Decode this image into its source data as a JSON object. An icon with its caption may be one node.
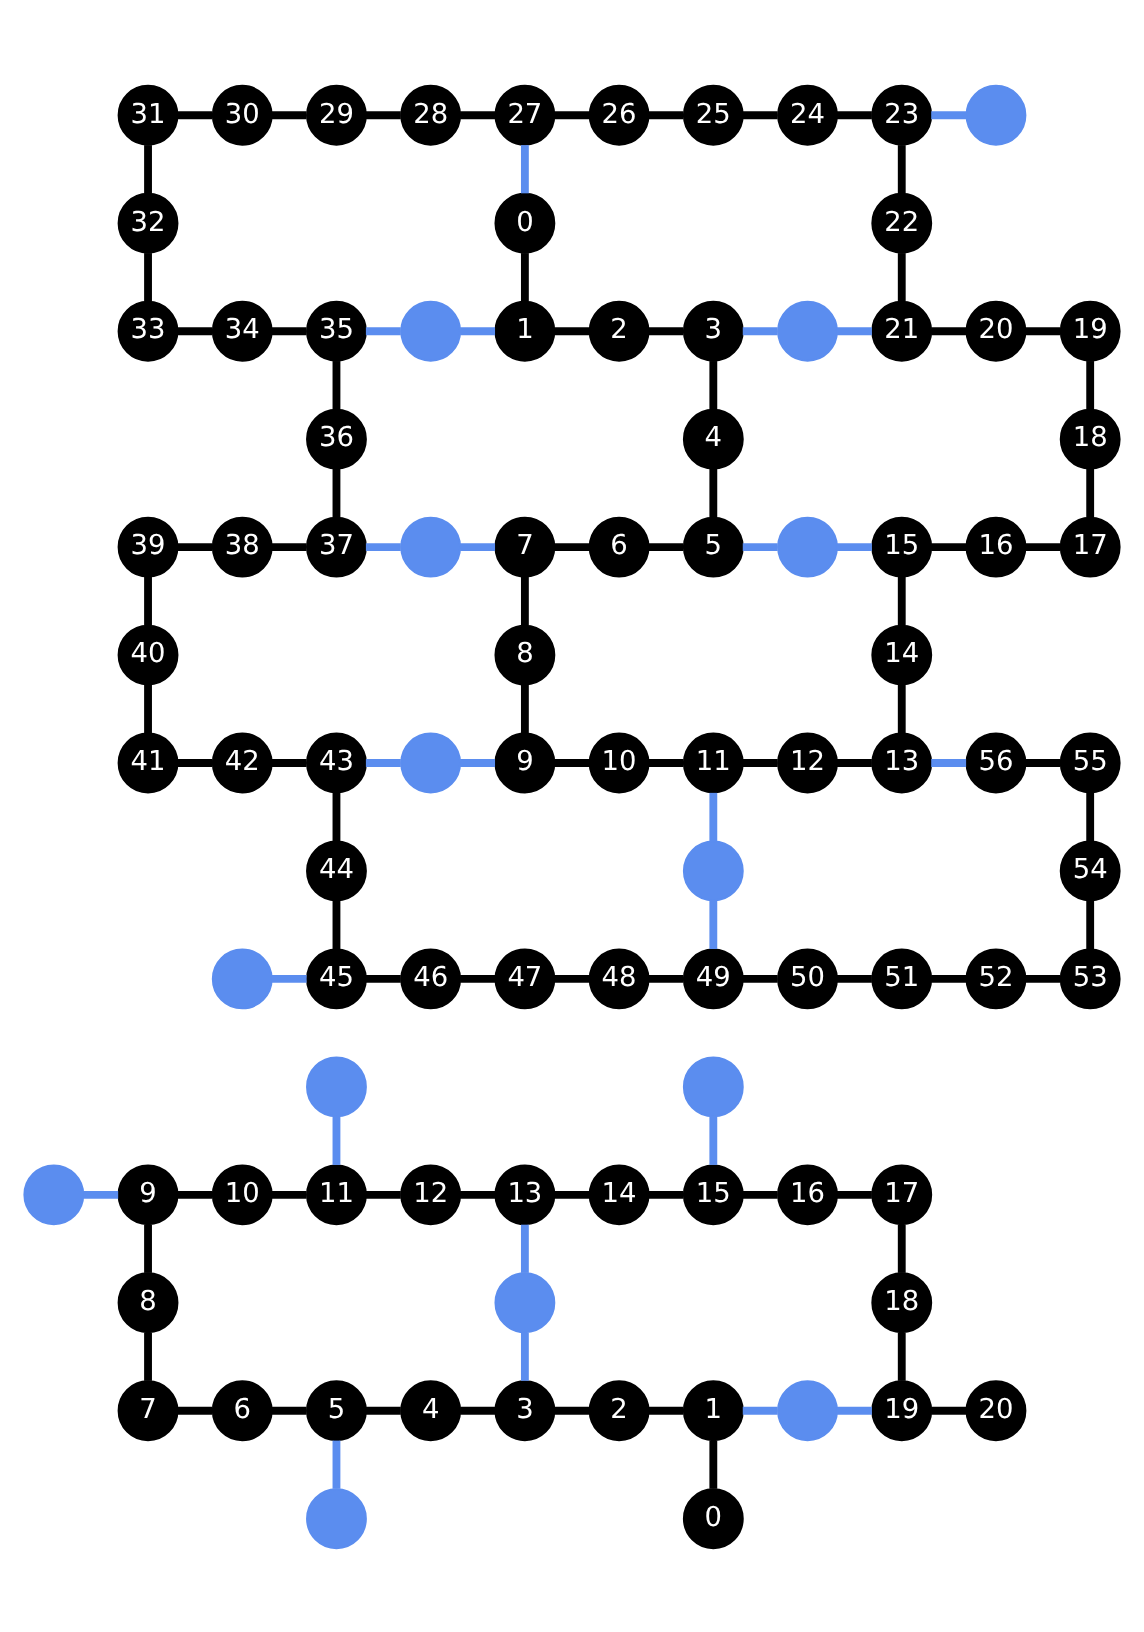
{
  "diagram": {
    "nodes": [
      {
        "text": [
          "31"
        ]
      },
      {
        "text": [
          "30"
        ]
      },
      {
        "text": [
          "29"
        ]
      },
      {
        "text": [
          "28"
        ]
      },
      {
        "text": [
          "27"
        ]
      },
      {
        "text": [
          "26"
        ]
      },
      {
        "text": [
          "25"
        ]
      },
      {
        "text": [
          "24"
        ]
      },
      {
        "text": [
          "23"
        ]
      },
      {
        "text": [],
        "shape": "circle"
      },
      {
        "text": [
          "32"
        ]
      },
      {
        "text": [
          "0"
        ]
      },
      {
        "text": [
          "22"
        ]
      },
      {
        "text": [
          "33"
        ]
      },
      {
        "text": [
          "34"
        ]
      },
      {
        "text": [
          "35"
        ]
      },
      {
        "text": [],
        "shape": "circle"
      },
      {
        "text": [
          "1"
        ]
      },
      {
        "text": [
          "2"
        ]
      },
      {
        "text": [
          "3"
        ]
      },
      {
        "text": [],
        "shape": "circle"
      },
      {
        "text": [
          "21"
        ]
      },
      {
        "text": [
          "20"
        ]
      },
      {
        "text": [
          "19"
        ]
      },
      {
        "text": [
          "36"
        ]
      },
      {
        "text": [
          "4"
        ]
      },
      {
        "text": [
          "18"
        ]
      },
      {
        "text": [
          "39"
        ]
      },
      {
        "text": [
          "38"
        ]
      },
      {
        "text": [
          "37"
        ]
      },
      {
        "text": [],
        "shape": "circle"
      },
      {
        "text": [
          "7"
        ]
      },
      {
        "text": [
          "6"
        ]
      },
      {
        "text": [
          "5"
        ]
      },
      {
        "text": [],
        "shape": "circle"
      },
      {
        "text": [
          "15"
        ]
      },
      {
        "text": [
          "16"
        ]
      },
      {
        "text": [
          "17"
        ]
      },
      {
        "text": [
          "40"
        ]
      },
      {
        "text": [
          "8"
        ]
      },
      {
        "text": [
          "14"
        ]
      },
      {
        "text": [
          "41"
        ]
      },
      {
        "text": [
          "42"
        ]
      },
      {
        "text": [
          "43"
        ]
      },
      {
        "text": [],
        "shape": "circle"
      },
      {
        "text": [
          "9"
        ]
      },
      {
        "text": [
          "10"
        ]
      },
      {
        "text": [
          "11"
        ]
      },
      {
        "text": [
          "12"
        ]
      },
      {
        "text": [
          "13"
        ]
      },
      {
        "text": [
          "56"
        ]
      },
      {
        "text": [
          "55"
        ]
      },
      {
        "text": [
          "44"
        ]
      },
      {
        "text": [],
        "shape": "circle"
      },
      {
        "text": [
          "54"
        ]
      },
      {
        "text": [],
        "shape": "circle"
      },
      {
        "text": [
          "45"
        ]
      },
      {
        "text": [
          "46"
        ]
      },
      {
        "text": [
          "47"
        ]
      },
      {
        "text": [
          "48"
        ]
      },
      {
        "text": [
          "49"
        ]
      },
      {
        "text": [
          "50"
        ]
      },
      {
        "text": [
          "51"
        ]
      },
      {
        "text": [
          "52"
        ]
      },
      {
        "text": [
          "53"
        ]
      },
      {
        "text": [],
        "shape": "circle"
      },
      {
        "text": [],
        "shape": "circle"
      },
      {
        "text": [],
        "shape": "circle"
      },
      {
        "text": [
          "9"
        ]
      },
      {
        "text": [
          "10"
        ]
      },
      {
        "text": [
          "11"
        ]
      },
      {
        "text": [
          "12"
        ]
      },
      {
        "text": [
          "13"
        ]
      },
      {
        "text": [
          "14"
        ]
      },
      {
        "text": [
          "15"
        ]
      },
      {
        "text": [
          "16"
        ]
      },
      {
        "text": [
          "17"
        ]
      },
      {
        "text": [
          "8"
        ]
      },
      {
        "text": [],
        "shape": "circle"
      },
      {
        "text": [
          "18"
        ]
      },
      {
        "text": [
          "7"
        ]
      },
      {
        "text": [
          "6"
        ]
      },
      {
        "text": [
          "5"
        ]
      },
      {
        "text": [
          "4"
        ]
      },
      {
        "text": [
          "3"
        ]
      },
      {
        "text": [
          "2"
        ]
      },
      {
        "text": [
          "1"
        ]
      },
      {
        "text": [],
        "shape": "circle"
      },
      {
        "text": [
          "19"
        ]
      },
      {
        "text": [
          "20"
        ]
      },
      {
        "text": [],
        "shape": "circle"
      },
      {
        "text": [
          "0"
        ]
      }
    ],
    "edges": [
      {
        "from": 0,
        "to": 1,
        "arrow": "none"
      },
      {
        "from": 1,
        "to": 2,
        "arrow": "none"
      },
      {
        "from": 2,
        "to": 3,
        "arrow": "none"
      },
      {
        "from": 3,
        "to": 4,
        "arrow": "none"
      },
      {
        "from": 4,
        "to": 5,
        "arrow": "none"
      },
      {
        "from": 5,
        "to": 6,
        "arrow": "none"
      },
      {
        "from": 6,
        "to": 7,
        "arrow": "none"
      },
      {
        "from": 7,
        "to": 8,
        "arrow": "none"
      },
      {
        "from": 8,
        "to": 9,
        "arrow": "none",
        "color": "#5b8def"
      },
      {
        "from": 0,
        "to": 10,
        "arrow": "none"
      },
      {
        "from": 10,
        "to": 13,
        "arrow": "none"
      },
      {
        "from": 4,
        "to": 11,
        "arrow": "none",
        "color": "#5b8def"
      },
      {
        "from": 11,
        "to": 17,
        "arrow": "none"
      },
      {
        "from": 8,
        "to": 12,
        "arrow": "none"
      },
      {
        "from": 12,
        "to": 21,
        "arrow": "none"
      },
      {
        "from": 13,
        "to": 14,
        "arrow": "none"
      },
      {
        "from": 14,
        "to": 15,
        "arrow": "none"
      },
      {
        "from": 15,
        "to": 16,
        "arrow": "none",
        "color": "#5b8def"
      },
      {
        "from": 16,
        "to": 17,
        "arrow": "none",
        "color": "#5b8def"
      },
      {
        "from": 17,
        "to": 18,
        "arrow": "none"
      },
      {
        "from": 18,
        "to": 19,
        "arrow": "none"
      },
      {
        "from": 19,
        "to": 20,
        "arrow": "none",
        "color": "#5b8def"
      },
      {
        "from": 20,
        "to": 21,
        "arrow": "none",
        "color": "#5b8def"
      },
      {
        "from": 21,
        "to": 22,
        "arrow": "none"
      },
      {
        "from": 22,
        "to": 23,
        "arrow": "none"
      },
      {
        "from": 15,
        "to": 24,
        "arrow": "none"
      },
      {
        "from": 24,
        "to": 29,
        "arrow": "none"
      },
      {
        "from": 19,
        "to": 25,
        "arrow": "none"
      },
      {
        "from": 25,
        "to": 33,
        "arrow": "none"
      },
      {
        "from": 23,
        "to": 26,
        "arrow": "none"
      },
      {
        "from": 26,
        "to": 37,
        "arrow": "none"
      },
      {
        "from": 27,
        "to": 28,
        "arrow": "none"
      },
      {
        "from": 28,
        "to": 29,
        "arrow": "none"
      },
      {
        "from": 29,
        "to": 30,
        "arrow": "none",
        "color": "#5b8def"
      },
      {
        "from": 30,
        "to": 31,
        "arrow": "none",
        "color": "#5b8def"
      },
      {
        "from": 31,
        "to": 32,
        "arrow": "none"
      },
      {
        "from": 32,
        "to": 33,
        "arrow": "none"
      },
      {
        "from": 33,
        "to": 34,
        "arrow": "none",
        "color": "#5b8def"
      },
      {
        "from": 34,
        "to": 35,
        "arrow": "none",
        "color": "#5b8def"
      },
      {
        "from": 35,
        "to": 36,
        "arrow": "none"
      },
      {
        "from": 36,
        "to": 37,
        "arrow": "none"
      },
      {
        "from": 27,
        "to": 38,
        "arrow": "none"
      },
      {
        "from": 38,
        "to": 41,
        "arrow": "none"
      },
      {
        "from": 31,
        "to": 39,
        "arrow": "none"
      },
      {
        "from": 39,
        "to": 45,
        "arrow": "none"
      },
      {
        "from": 35,
        "to": 40,
        "arrow": "none"
      },
      {
        "from": 40,
        "to": 49,
        "arrow": "none"
      },
      {
        "from": 41,
        "to": 42,
        "arrow": "none"
      },
      {
        "from": 42,
        "to": 43,
        "arrow": "none"
      },
      {
        "from": 43,
        "to": 44,
        "arrow": "none",
        "color": "#5b8def"
      },
      {
        "from": 44,
        "to": 45,
        "arrow": "none",
        "color": "#5b8def"
      },
      {
        "from": 45,
        "to": 46,
        "arrow": "none"
      },
      {
        "from": 46,
        "to": 47,
        "arrow": "none"
      },
      {
        "from": 47,
        "to": 48,
        "arrow": "none"
      },
      {
        "from": 48,
        "to": 49,
        "arrow": "none"
      },
      {
        "from": 49,
        "to": 50,
        "arrow": "none",
        "color": "#5b8def"
      },
      {
        "from": 50,
        "to": 51,
        "arrow": "none"
      },
      {
        "from": 43,
        "to": 52,
        "arrow": "none"
      },
      {
        "from": 52,
        "to": 56,
        "arrow": "none"
      },
      {
        "from": 47,
        "to": 53,
        "arrow": "none",
        "color": "#5b8def"
      },
      {
        "from": 53,
        "to": 60,
        "arrow": "none",
        "color": "#5b8def"
      },
      {
        "from": 51,
        "to": 54,
        "arrow": "none"
      },
      {
        "from": 54,
        "to": 64,
        "arrow": "none"
      },
      {
        "from": 55,
        "to": 56,
        "arrow": "none",
        "color": "#5b8def"
      },
      {
        "from": 56,
        "to": 57,
        "arrow": "none"
      },
      {
        "from": 57,
        "to": 58,
        "arrow": "none"
      },
      {
        "from": 58,
        "to": 59,
        "arrow": "none"
      },
      {
        "from": 59,
        "to": 60,
        "arrow": "none"
      },
      {
        "from": 60,
        "to": 61,
        "arrow": "none"
      },
      {
        "from": 61,
        "to": 62,
        "arrow": "none"
      },
      {
        "from": 62,
        "to": 63,
        "arrow": "none"
      },
      {
        "from": 63,
        "to": 64,
        "arrow": "none"
      },
      {
        "from": 65,
        "to": 70,
        "arrow": "none",
        "color": "#5b8def"
      },
      {
        "from": 66,
        "to": 74,
        "arrow": "none",
        "color": "#5b8def"
      },
      {
        "from": 67,
        "to": 68,
        "arrow": "none",
        "color": "#5b8def"
      },
      {
        "from": 68,
        "to": 69,
        "arrow": "none"
      },
      {
        "from": 69,
        "to": 70,
        "arrow": "none"
      },
      {
        "from": 70,
        "to": 71,
        "arrow": "none"
      },
      {
        "from": 71,
        "to": 72,
        "arrow": "none"
      },
      {
        "from": 72,
        "to": 73,
        "arrow": "none"
      },
      {
        "from": 73,
        "to": 74,
        "arrow": "none"
      },
      {
        "from": 74,
        "to": 75,
        "arrow": "none"
      },
      {
        "from": 75,
        "to": 76,
        "arrow": "none"
      },
      {
        "from": 68,
        "to": 77,
        "arrow": "none"
      },
      {
        "from": 77,
        "to": 80,
        "arrow": "none"
      },
      {
        "from": 72,
        "to": 78,
        "arrow": "none",
        "color": "#5b8def"
      },
      {
        "from": 78,
        "to": 84,
        "arrow": "none",
        "color": "#5b8def"
      },
      {
        "from": 76,
        "to": 79,
        "arrow": "none"
      },
      {
        "from": 79,
        "to": 88,
        "arrow": "none"
      },
      {
        "from": 80,
        "to": 81,
        "arrow": "none"
      },
      {
        "from": 81,
        "to": 82,
        "arrow": "none"
      },
      {
        "from": 82,
        "to": 83,
        "arrow": "none"
      },
      {
        "from": 83,
        "to": 84,
        "arrow": "none"
      },
      {
        "from": 84,
        "to": 85,
        "arrow": "none"
      },
      {
        "from": 85,
        "to": 86,
        "arrow": "none"
      },
      {
        "from": 86,
        "to": 87,
        "arrow": "none",
        "color": "#5b8def"
      },
      {
        "from": 87,
        "to": 88,
        "arrow": "none",
        "color": "#5b8def"
      },
      {
        "from": 88,
        "to": 89,
        "arrow": "none"
      },
      {
        "from": 82,
        "to": 90,
        "arrow": "none",
        "color": "#5b8def"
      },
      {
        "from": 86,
        "to": 91,
        "arrow": "none"
      }
    ]
  }
}
